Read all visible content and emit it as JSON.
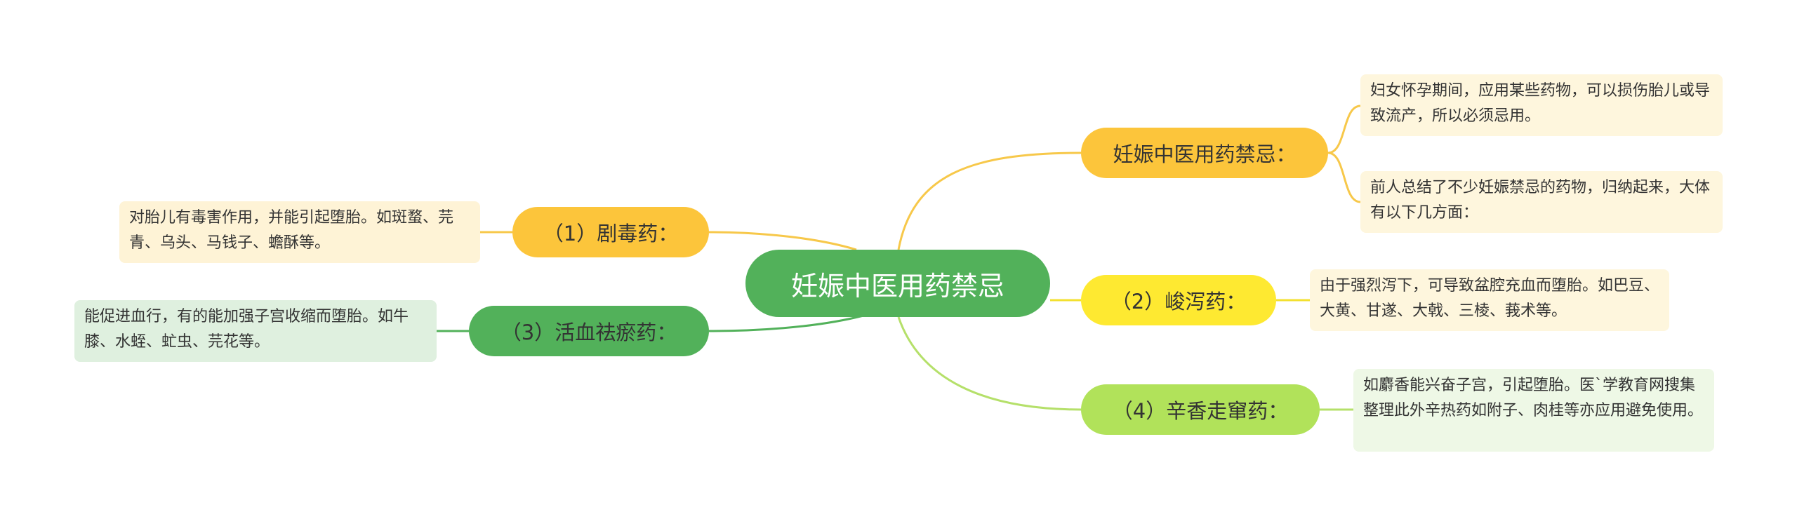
{
  "colors": {
    "root": "#52b15a",
    "orange": "#fcc53b",
    "yellow": "#fee931",
    "green": "#52b15a",
    "lime": "#b1e25a",
    "line_orange": "#f7c84a",
    "line_yellow": "#f3e030",
    "line_green": "#52b15a",
    "line_lime": "#b5e06a"
  },
  "root": {
    "label": "妊娠中医用药禁忌"
  },
  "branches": {
    "intro": {
      "label": "妊娠中医用药禁忌：",
      "notes": [
        "妇女怀孕期间，应用某些药物，可以损伤胎儿或导致流产，所以必须忌用。",
        "前人总结了不少妊娠禁忌的药物，归纳起来，大体有以下几方面："
      ]
    },
    "toxic": {
      "label": "（1）剧毒药：",
      "note": "对胎儿有毒害作用，并能引起堕胎。如斑蝥、芫青、乌头、马钱子、蟾酥等。"
    },
    "purgative": {
      "label": "（2）峻泻药：",
      "note": "由于强烈泻下，可导致盆腔充血而堕胎。如巴豆、大黄、甘遂、大戟、三棱、莪术等。"
    },
    "blood": {
      "label": "（3）活血祛瘀药：",
      "note": "能促进血行，有的能加强子宫收缩而堕胎。如牛膝、水蛭、虻虫、芫花等。"
    },
    "pungent": {
      "label": "（4）辛香走窜药：",
      "note": "如麝香能兴奋子宫，引起堕胎。医`学教育网搜集整理此外辛热药如附子、肉桂等亦应用避免使用。"
    }
  }
}
